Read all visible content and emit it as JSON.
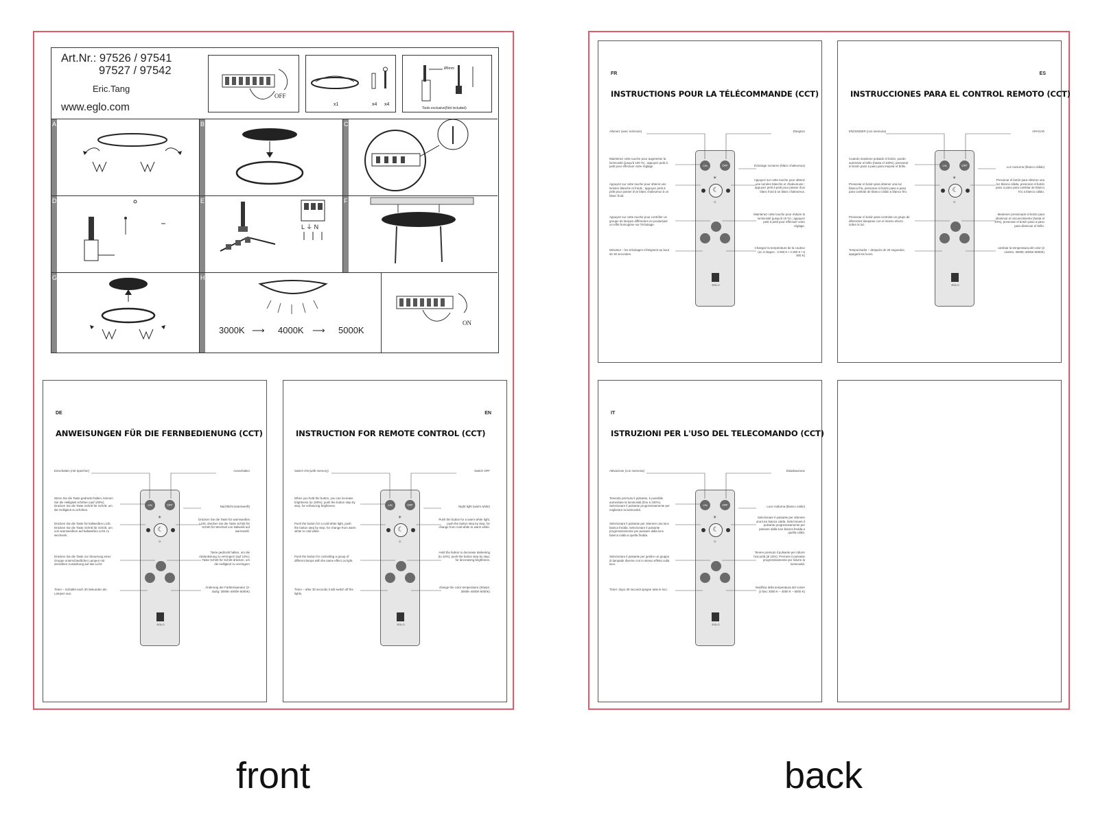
{
  "front": {
    "caption": "front",
    "header": {
      "art_nr_line1": "Art.Nr.: 97526 / 97541",
      "art_nr_line2": "97527 / 97542",
      "designer": "Eric.Tang",
      "website": "www.eglo.com",
      "switch_off": "OFF",
      "qty_lamp": "x1",
      "qty_plug": "x4",
      "qty_screw": "x4",
      "drill_size": "Ø6mm",
      "tools_note": "Tools exclusive(Not included)"
    },
    "steps": {
      "a": "A",
      "b": "B",
      "c": "C",
      "d": "D",
      "e": "E",
      "f": "F",
      "g": "G",
      "h": "H",
      "switch_on": "ON",
      "kelvin": [
        "3000K",
        "4000K",
        "5000K"
      ]
    },
    "pages": {
      "de": {
        "lang": "DE",
        "title": "ANWEISUNGEN FÜR DIE FERNBEDIENUNG (CCT)",
        "left": [
          "Einschalten (mit Speicher)",
          "Wenn Sie die Taste gedrückt halten, können Sie die Helligkeit erhöhen (auf 100%). Drücken Sie die Taste Schritt für Schritt, um die Helligkeit zu erhöhen.",
          "Drücken Sie die Taste für kaltweißes Licht. Drücken Sie die Taste Schritt für Schritt, um von warmweißem auf kaltweißes Licht zu wechseln.",
          "Drücken Sie die Taste zur Steuerung einer Gruppe unterschiedlicher Lampen mit derselben Auswirkung auf das Licht.",
          "Timer – Schaltet nach 30 Sekunden die Lampen aus."
        ],
        "right": [
          "Ausschalten",
          "Nachtlicht (warmweiß)",
          "Drücken Sie die Taste für warmweißes Licht, drücken Sie die Taste Schritt für Schritt für Wechsel von kaltweiß auf warmweiß.",
          "Taste gedrückt halten, um die Abdunkelung zu verringern (auf 10%); Taste Schritt für Schritt drücken, um die Helligkeit zu verringern",
          "Änderung der Farbtemperatur (3-stufig: 3000K-4000K-5000K)"
        ]
      },
      "en": {
        "lang": "EN",
        "title": "INSTRUCTION FOR REMOTE CONTROL (CCT)",
        "left": [
          "Switch ON (with memory)",
          "When you hold the button, you can increase brightness (to 100%); push the button step by step, for enhancing brightness.",
          "Push the button for a cold white light, push the button step by step, for change from warm white to cold white.",
          "Push the button for controlling a group of different lamps with the same effect on light.",
          "Timer – after 30 seconds it will switch off the lights."
        ],
        "right": [
          "Switch OFF",
          "Night light (warm white)",
          "Push the button for a warm white light, push the button step by step, for change from cold white to warm white.",
          "Hold the button to decrease darkening (to 10%); push the button step by step, for decreasing brightness.",
          "change the color temperature (3steps: 3000K-4000K-5000K)"
        ]
      }
    }
  },
  "back": {
    "caption": "back",
    "pages": {
      "fr": {
        "lang": "FR",
        "title": "INSTRUCTIONS POUR LA TÉLÉCOMMANDE (CCT)",
        "left": [
          "Allumez (avec mémoire)",
          "Maintenez cette touche pour augmenter la luminosité (jusqu'à 100 %) ; appuyez petit à petit pour effectuer votre réglage.",
          "Appuyez sur cette touche pour obtenir une lumière blanche et froide ; appuyez petit à petit pour passer d'un blanc chaleureux à un blanc froid.",
          "Appuyez sur cette touche pour contrôler un groupe de lampes différentes en produisant un effet homogène sur l'éclairage.",
          "Minuteur – les éclairages s'éteignent au bout de 30 secondes."
        ],
        "right": [
          "Éteignez",
          "Éclairage nocturne (blanc chaleureux)",
          "Appuyez sur cette touche pour obtenir une lumière blanche et chaleureuse ; appuyez petit à petit pour passer d'un blanc froid à un blanc chaleureux.",
          "Maintenez cette touche pour réduire la luminosité (jusqu'à 10 %) ; appuyez petit à petit pour effectuer votre réglage.",
          "Changez la température de la couleur (en 3 étapes : 3 000 K • 4 000 K • 5 000 K)"
        ]
      },
      "es": {
        "lang": "ES",
        "title": "INSTRUCCIONES PARA EL CONTROL REMOTO (CCT)",
        "left": [
          "ENCENDER (con memoria)",
          "Cuando mantiene pulsado el botón, puede aumentar el brillo (hasta el 100%); presionar el botón paso a paso para mejorar el brillo.",
          "Presionar el botón para obtener una luz blanca fría, presionar el botón paso a paso para cambiar de blanco cálido a blanco frío.",
          "Presionar el botón para controlar un grupo de diferentes lámparas con el mismo efecto sobre la luz.",
          "Temporizador – después de 30 segundos, apagará las luces."
        ],
        "right": [
          "APAGAR",
          "Luz nocturna (blanco cálido)",
          "Presionar el botón para obtener una luz blanca cálida, presionar el botón paso a paso para cambiar de blanco frío a blanco cálido.",
          "Mantener presionado el botón para disminuir el oscurecimiento (hasta el 10%), presionar el botón paso a paso para disminuir el brillo.",
          "cambiar la temperatura del color (3 niveles: 3000K-4000K-5000K)"
        ]
      },
      "it": {
        "lang": "IT",
        "title": "ISTRUZIONI PER L'USO DEL TELECOMANDO (CCT)",
        "left": [
          "Attivazione (con memoria)",
          "Tenendo premuto il pulsante, è possibile aumentare la luminosità (fino a 100%). Selezionare il pulsante progressivamente per migliorare la luminosità.",
          "Selezionare il pulsante per ottenere una luce bianca fredda. Selezionare il pulsante progressivamente per passare dalla luce bianca calda a quella fredda.",
          "Selezionare il pulsante per gestire un gruppo di lampade diverse con lo stesso effetto sulla luce.",
          "Timer: dopo 30 secondi spegne tutte le luci."
        ],
        "right": [
          "Disattivazione",
          "Luce notturna (bianco caldo)",
          "Selezionare il pulsante per ottenere una luce bianca calda. Selezionare il pulsante progressivamente per passare dalla luce bianca fredda a quella calda.",
          "Tenere premuto il pulsante per ridurre l'oscurità (al 10%). Premere il pulsante progressivamente per ridurre la luminosità.",
          "Modifica della temperatura del colore (3 fasi: 3000 K – 4000 K – 5000 K)"
        ]
      }
    }
  },
  "remote": {
    "on_label": "ON",
    "off_label": "OFF",
    "brand": "EGLO"
  }
}
